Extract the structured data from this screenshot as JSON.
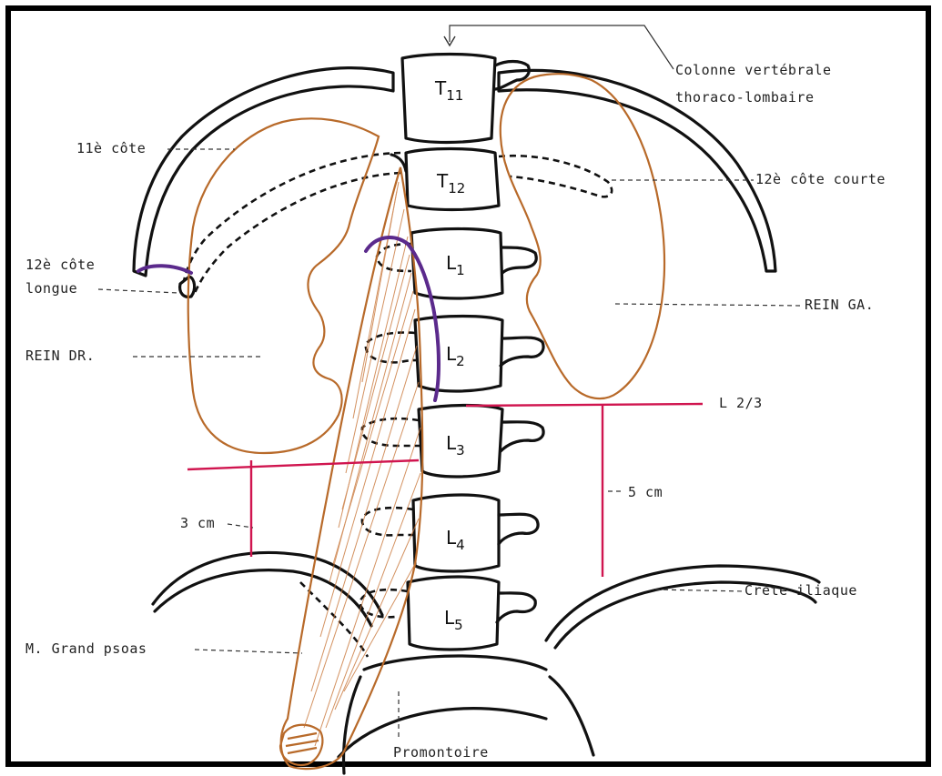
{
  "labels": {
    "spine": [
      "Colonne vertébrale",
      "thoraco-lombaire"
    ],
    "rib11": "11è côte",
    "rib12_short": "12è côte courte",
    "rib12_long": [
      "12è côte",
      "longue"
    ],
    "kidney_left": "REIN  GA.",
    "kidney_right": "REIN  DR.",
    "level": "L  2/3",
    "dist_left": "3 cm",
    "dist_right": "5 cm",
    "iliac_crest": "Crête iliaque",
    "psoas": "M. Grand psoas",
    "promontory": "Promontoire"
  },
  "vertebrae": [
    {
      "letter": "T",
      "num": "11"
    },
    {
      "letter": "T",
      "num": "12"
    },
    {
      "letter": "L",
      "num": "1"
    },
    {
      "letter": "L",
      "num": "2"
    },
    {
      "letter": "L",
      "num": "3"
    },
    {
      "letter": "L",
      "num": "4"
    },
    {
      "letter": "L",
      "num": "5"
    }
  ],
  "colors": {
    "organ_outline": "#b86a2a",
    "measurement": "#d0154f",
    "vessel": "#5b2a8c",
    "bone": "#111111"
  }
}
